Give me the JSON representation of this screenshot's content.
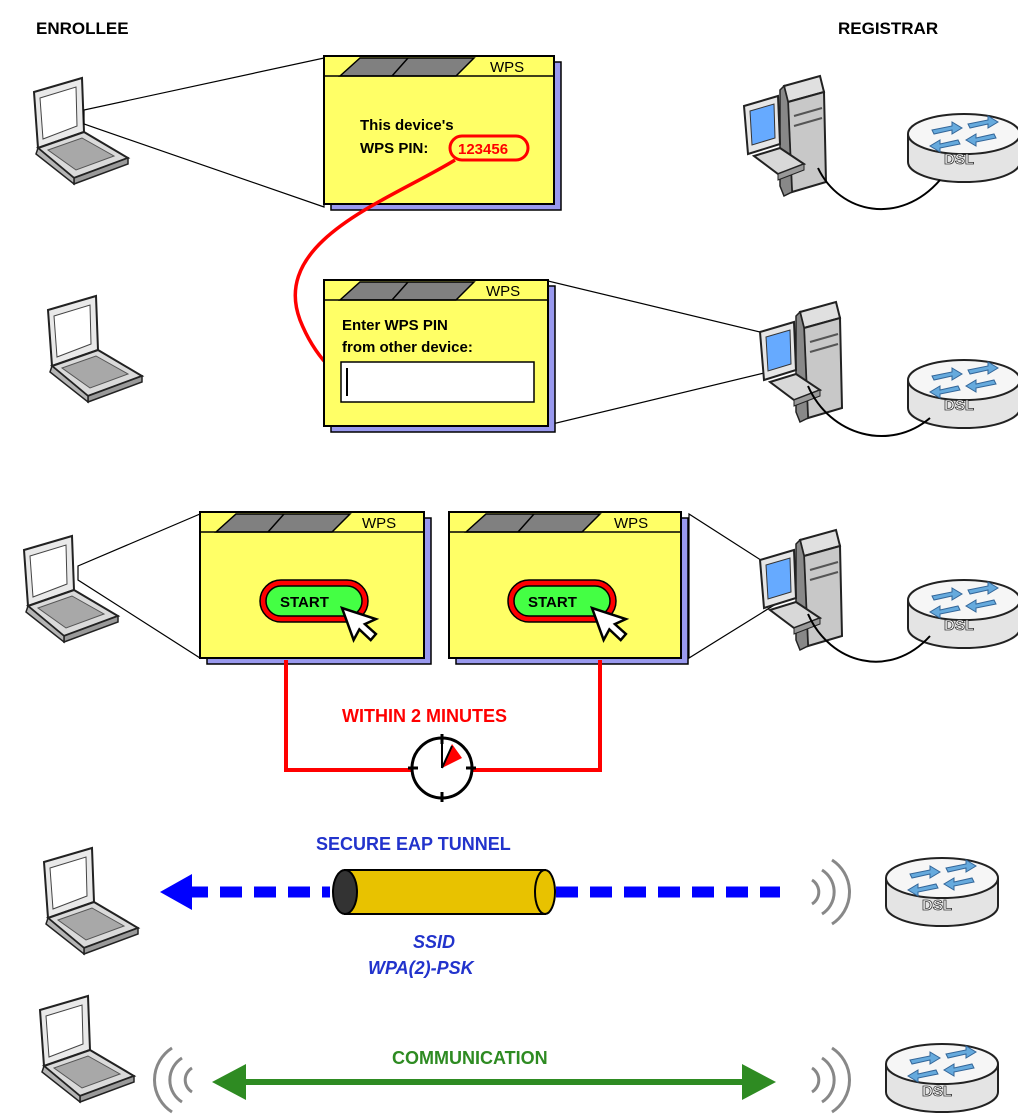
{
  "headers": {
    "enrollee": "ENROLLEE",
    "registrar": "REGISTRAR"
  },
  "panel_title": "WPS",
  "pin_panel": {
    "line1": "This device's",
    "line2": "WPS PIN:",
    "pin": "123456"
  },
  "enter_panel": {
    "line1": "Enter WPS PIN",
    "line2": "from other device:"
  },
  "start_label": "START",
  "router_label": "DSL",
  "within_label": "WITHIN 2 MINUTES",
  "tunnel": {
    "label": "SECURE EAP TUNNEL",
    "line1": "SSID",
    "line2": "WPA(2)-PSK"
  },
  "communication_label": "COMMUNICATION",
  "colors": {
    "panel_fill": "#ffff66",
    "panel_shadow": "#9999ee",
    "tab_fill": "#808080",
    "start_fill": "#44ff44",
    "red": "#ff0000",
    "tunnel_blue": "#0000ff",
    "tunnel_label": "#2233cc",
    "tube_fill": "#e8c200",
    "green": "#2e8b22"
  }
}
